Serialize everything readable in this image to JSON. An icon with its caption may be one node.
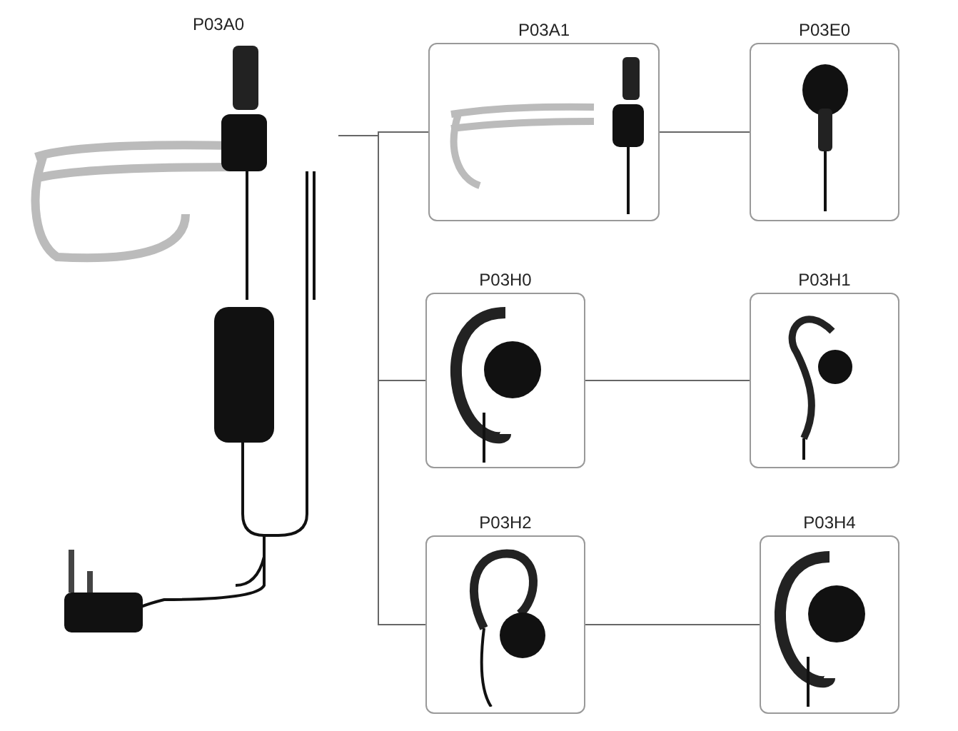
{
  "diagram": {
    "nodes": [
      {
        "text": [
          "P03A0"
        ]
      },
      {
        "text": [
          "P03A1"
        ]
      },
      {
        "text": [
          "P03E0"
        ]
      },
      {
        "text": [
          "P03H0"
        ]
      },
      {
        "text": [
          "P03H1"
        ]
      },
      {
        "text": [
          "P03H2"
        ]
      },
      {
        "text": [
          "P03H4"
        ]
      }
    ],
    "edges": [
      {
        "from": 0,
        "to": 1,
        "arrow": "none"
      },
      {
        "from": 0,
        "to": 3,
        "arrow": "none"
      },
      {
        "from": 0,
        "to": 5,
        "arrow": "none"
      },
      {
        "from": 1,
        "to": 2,
        "arrow": "none"
      },
      {
        "from": 3,
        "to": 4,
        "arrow": "none"
      },
      {
        "from": 5,
        "to": 6,
        "arrow": "none"
      }
    ]
  }
}
